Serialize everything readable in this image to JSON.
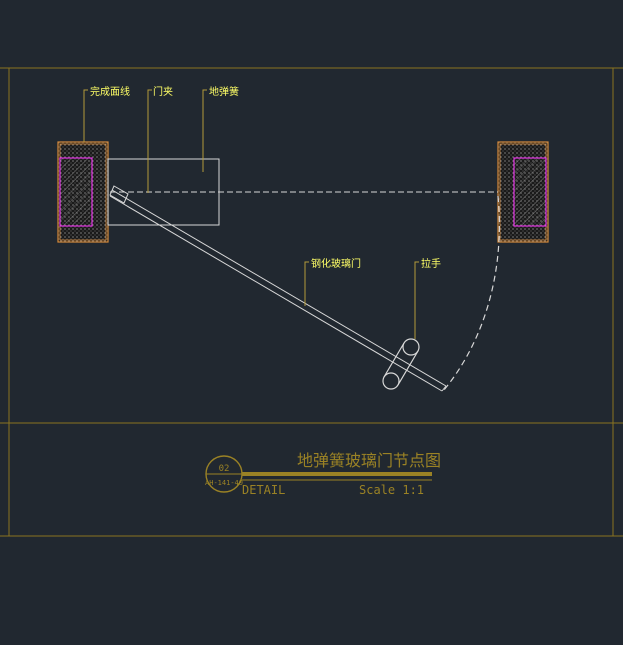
{
  "colors": {
    "background": "#212830",
    "frame": "#8a7420",
    "leader": "#b39a3a",
    "label": "#ffff66",
    "title": "#9a8225",
    "wall_outline": "#d68a3a",
    "wall_inner": "#e030e0",
    "line_white": "#d8d8d8",
    "line_grey": "#9a9a9a"
  },
  "labels": {
    "finish_line": "完成面线",
    "door_clamp": "门夹",
    "floor_spring": "地弹簧",
    "tempered_glass_door": "钢化玻璃门",
    "handle": "拉手"
  },
  "title_block": {
    "title": "地弹簧玻璃门节点图",
    "detail": "DETAIL",
    "scale": "Scale 1:1",
    "bubble_number": "02",
    "bubble_ref": "AH-141-40"
  }
}
